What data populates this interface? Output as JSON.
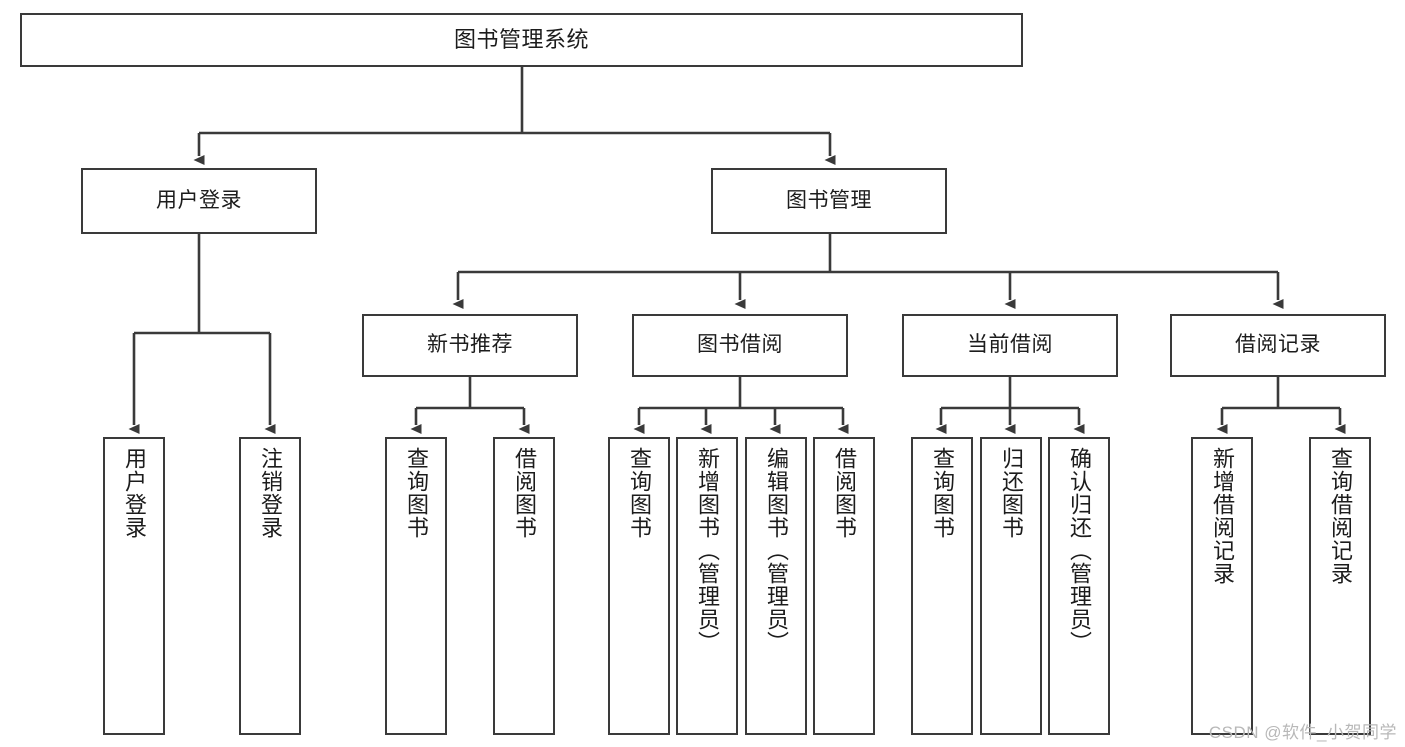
{
  "diagram": {
    "title": "图书管理系统",
    "type": "tree-hierarchy",
    "watermark": "CSDN @软件_小贺同学",
    "colors": {
      "box_border": "#3a3a3a",
      "box_fill": "#ffffff",
      "connector": "#3a3a3a",
      "text": "#1c1c1c",
      "watermark": "#b8b8b8"
    },
    "nodes": {
      "root": {
        "label": "图书管理系统"
      },
      "level2": [
        {
          "id": "user-login",
          "label": "用户登录"
        },
        {
          "id": "book-manage",
          "label": "图书管理"
        }
      ],
      "level3": [
        {
          "id": "new-book-recommend",
          "label": "新书推荐"
        },
        {
          "id": "book-borrow",
          "label": "图书借阅"
        },
        {
          "id": "current-borrow",
          "label": "当前借阅"
        },
        {
          "id": "borrow-record",
          "label": "借阅记录"
        }
      ],
      "leaves": {
        "user_login": [
          {
            "id": "leaf-user-login",
            "label": "用户登录"
          },
          {
            "id": "leaf-logout-login",
            "label": "注销登录"
          }
        ],
        "new_book_recommend": [
          {
            "id": "leaf-query-book-1",
            "label": "查询图书"
          },
          {
            "id": "leaf-borrow-book-1",
            "label": "借阅图书"
          }
        ],
        "book_borrow": [
          {
            "id": "leaf-query-book-2",
            "label": "查询图书"
          },
          {
            "id": "leaf-add-book",
            "label": "新增图书（管理员）"
          },
          {
            "id": "leaf-edit-book",
            "label": "编辑图书（管理员）"
          },
          {
            "id": "leaf-borrow-book-2",
            "label": "借阅图书"
          }
        ],
        "current_borrow": [
          {
            "id": "leaf-query-book-3",
            "label": "查询图书"
          },
          {
            "id": "leaf-return-book",
            "label": "归还图书"
          },
          {
            "id": "leaf-confirm-return",
            "label": "确认归还（管理员）"
          }
        ],
        "borrow_record": [
          {
            "id": "leaf-add-borrow-record",
            "label": "新增借阅记录"
          },
          {
            "id": "leaf-query-borrow-record",
            "label": "查询借阅记录"
          }
        ]
      }
    }
  }
}
